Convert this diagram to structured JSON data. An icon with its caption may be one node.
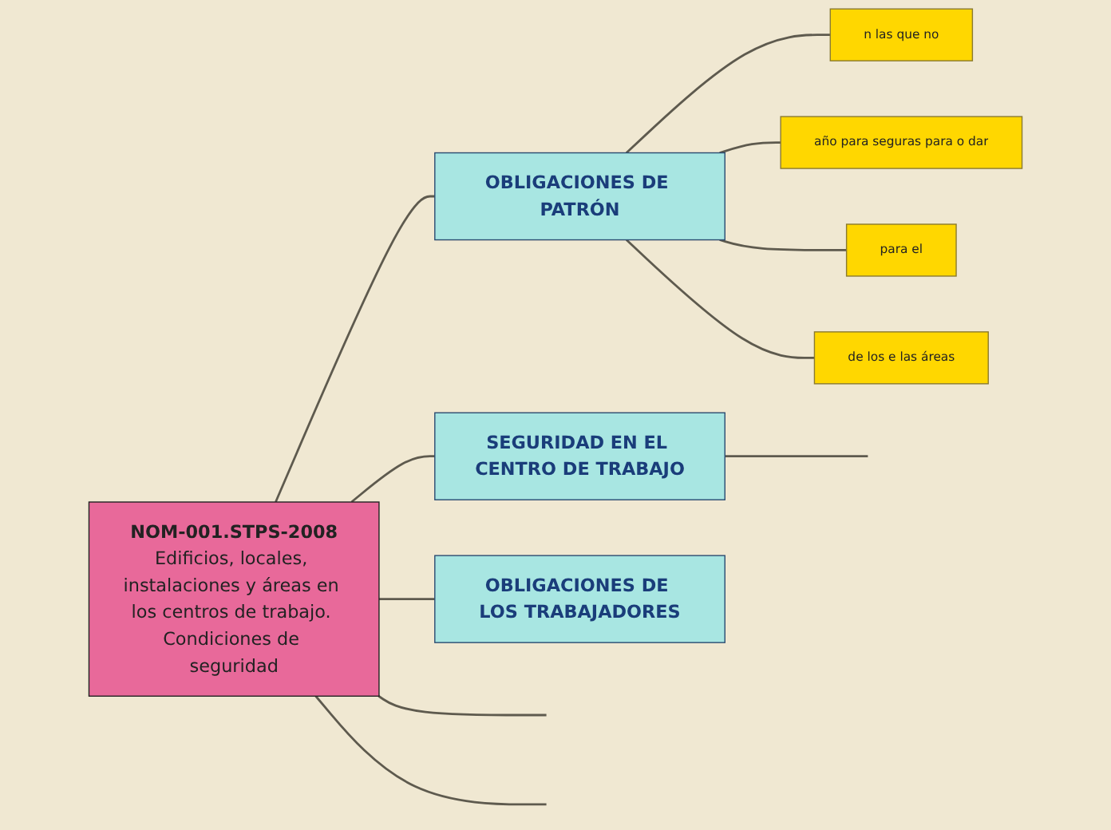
{
  "diagram": {
    "nodes": [
      {
        "text": [
          "NOM-001.STPS-2008",
          "Edificios, locales, instalaciones y áreas en los centros de trabajo. Condiciones de seguridad"
        ]
      },
      {
        "text": [
          "OBLIGACIONES DE PATRÓN"
        ]
      },
      {
        "text": [
          "n las que no"
        ]
      },
      {
        "text": [
          "año para seguras para o dar"
        ]
      },
      {
        "text": [
          "para el"
        ]
      },
      {
        "text": [
          "de los e las áreas"
        ]
      },
      {
        "text": [
          "SEGURIDAD EN EL CENTRO DE TRABAJO"
        ]
      },
      {
        "text": [
          "OBLIGACIONES DE LOS TRABAJADORES"
        ]
      }
    ],
    "edges": [
      {
        "from": 0,
        "to": null,
        "arrow": "none"
      },
      {
        "from": 0,
        "to": 1,
        "arrow": "none"
      },
      {
        "from": 1,
        "to": 2,
        "arrow": "none"
      },
      {
        "from": 1,
        "to": 3,
        "arrow": "none"
      },
      {
        "from": 1,
        "to": 4,
        "arrow": "none"
      },
      {
        "from": 1,
        "to": 5,
        "arrow": "none"
      },
      {
        "from": 0,
        "to": 6,
        "arrow": "none"
      },
      {
        "from": 6,
        "to": null,
        "arrow": "none"
      },
      {
        "from": 0,
        "to": 7,
        "arrow": "none"
      },
      {
        "from": 0,
        "to": null,
        "arrow": "none"
      }
    ]
  }
}
